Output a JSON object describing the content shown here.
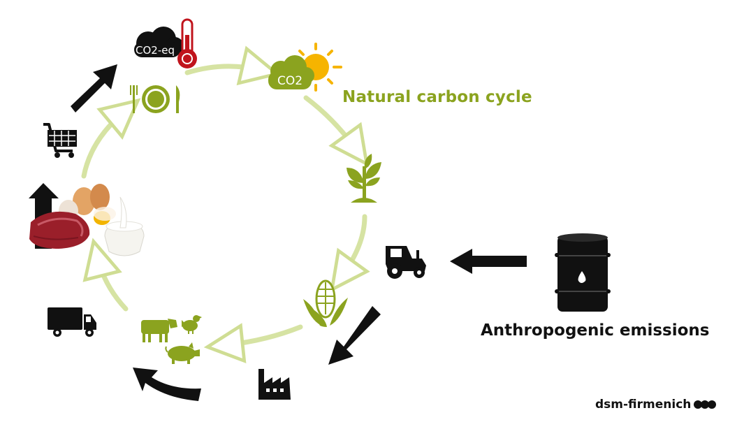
{
  "diagram": {
    "natural_cycle_label": "Natural carbon cycle",
    "anthropogenic_label": "Anthropogenic emissions",
    "co2eq_cloud_text": "CO2-eq",
    "co2_cloud_text": "CO2",
    "brand": "dsm-firmenich"
  },
  "colors": {
    "cycle_green": "#8ba31f",
    "outline_green": "#d6e3a3",
    "thermometer_red": "#c0141c",
    "sun_yellow": "#f6b400",
    "black": "#111111"
  },
  "icons": [
    "co2-eq-cloud-icon",
    "thermometer-icon",
    "co2-cloud-icon",
    "sun-icon",
    "plant-sprout-icon",
    "tractor-icon",
    "oil-barrel-icon",
    "corn-icon",
    "factory-icon",
    "livestock-icon",
    "truck-icon",
    "food-products-image",
    "shopping-cart-icon",
    "plate-cutlery-icon"
  ]
}
